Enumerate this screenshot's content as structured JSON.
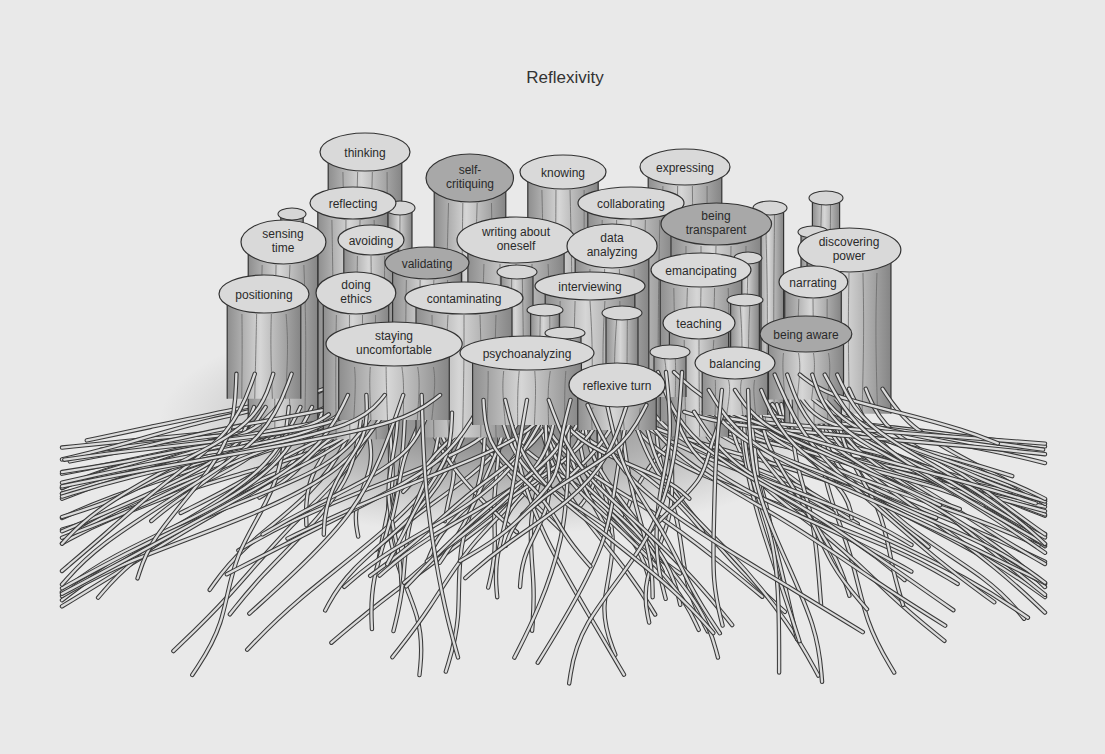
{
  "diagram": {
    "title": "Reflexivity",
    "nodes": [
      {
        "text": [
          "thinking"
        ]
      },
      {
        "text": [
          "self- critiquing"
        ]
      },
      {
        "text": [
          "knowing"
        ]
      },
      {
        "text": [
          "expressing"
        ]
      },
      {
        "text": [
          "reflecting"
        ]
      },
      {
        "text": [
          "collaborating"
        ]
      },
      {
        "text": [
          "being transparent"
        ]
      },
      {
        "text": [
          "sensing time"
        ]
      },
      {
        "text": [
          "avoiding"
        ]
      },
      {
        "text": [
          "writing about oneself"
        ]
      },
      {
        "text": [
          "data analyzing"
        ]
      },
      {
        "text": [
          "discovering power"
        ]
      },
      {
        "text": [
          "validating"
        ]
      },
      {
        "text": [
          "emancipating"
        ]
      },
      {
        "text": [
          "narrating"
        ]
      },
      {
        "text": [
          "positioning"
        ]
      },
      {
        "text": [
          "doing ethics"
        ]
      },
      {
        "text": [
          "contaminating"
        ]
      },
      {
        "text": [
          "interviewing"
        ]
      },
      {
        "text": [
          "teaching"
        ]
      },
      {
        "text": [
          "being aware"
        ]
      },
      {
        "text": [
          "staying uncomfortable"
        ]
      },
      {
        "text": [
          "psychoanalyzing"
        ]
      },
      {
        "text": [
          "balancing"
        ]
      },
      {
        "text": [
          "reflexive turn"
        ]
      }
    ]
  }
}
